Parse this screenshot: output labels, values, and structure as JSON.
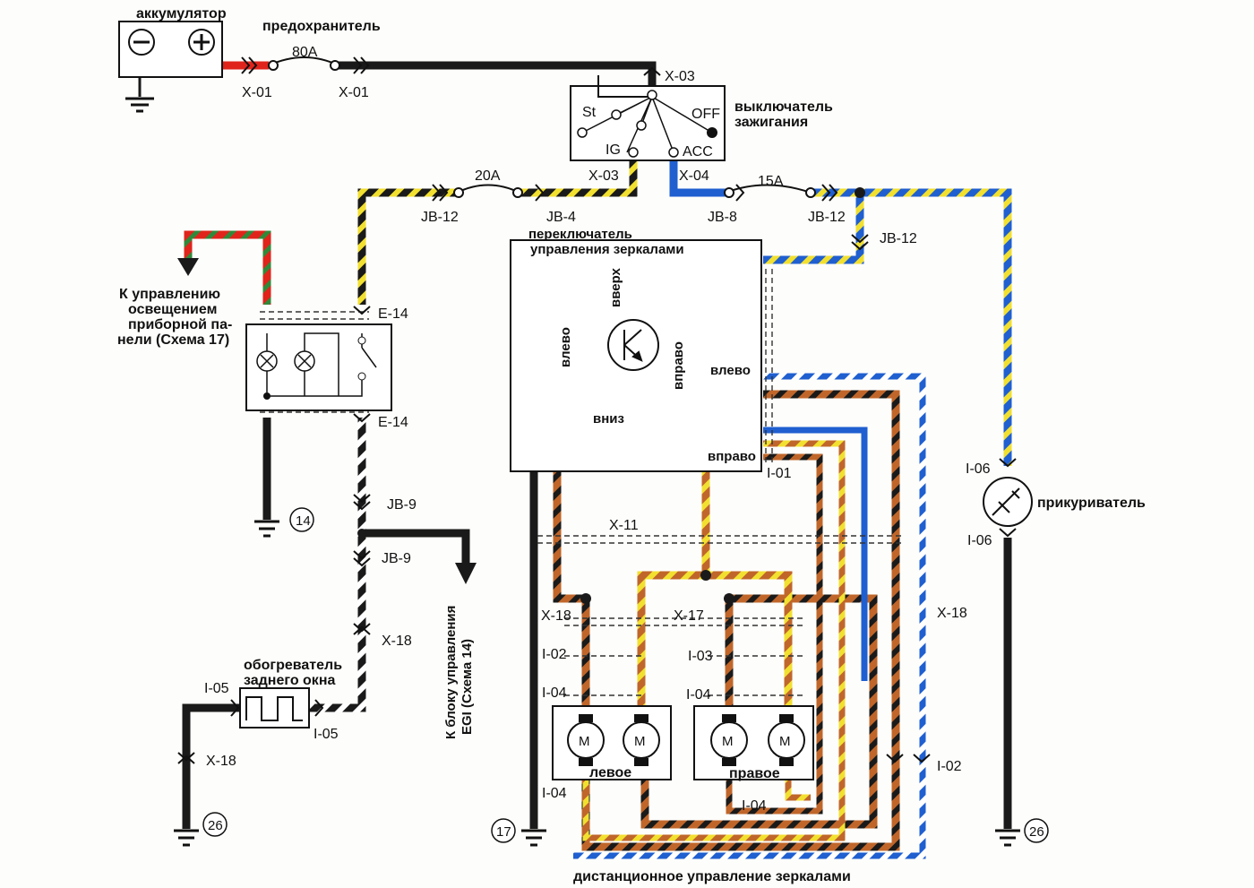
{
  "labels": {
    "battery": "аккумулятор",
    "fuse": "предохранитель",
    "fuse_80a": "80A",
    "fuse_20a": "20A",
    "fuse_15a": "15A",
    "ignition_1": "выключатель",
    "ignition_2": "зажигания",
    "mirror_switch_1": "переключатель",
    "mirror_switch_2": "управления зеркалами",
    "lighting_1": "К управлению",
    "lighting_2": "освещением",
    "lighting_3": "приборной па-",
    "lighting_4": "нели (Схема 17)",
    "egi_1": "К блоку управления",
    "egi_2": "EGI (Схема 14)",
    "heater_1": "обогреватель",
    "heater_2": "заднего окна",
    "lighter": "прикуриватель",
    "left_mirror": "левое",
    "right_mirror": "правое",
    "remote_mirror": "дистанционное управление зеркалами",
    "motor": "M"
  },
  "ignition": {
    "st": "St",
    "off": "OFF",
    "ig": "IG",
    "acc": "ACC"
  },
  "mirror_switch": {
    "up": "вверх",
    "down": "вниз",
    "left": "влево",
    "right": "вправо",
    "out_left": "влево",
    "out_right": "вправо"
  },
  "connectors": {
    "x01": "X-01",
    "x03": "X-03",
    "x04": "X-04",
    "x11": "X-11",
    "x17": "X-17",
    "x18": "X-18",
    "jb4": "JB-4",
    "jb8": "JB-8",
    "jb9": "JB-9",
    "jb12": "JB-12",
    "e14": "E-14",
    "i01": "I-01",
    "i02": "I-02",
    "i03": "I-03",
    "i04": "I-04",
    "i05": "I-05",
    "i06": "I-06"
  },
  "grounds": {
    "g14": "14",
    "g17": "17",
    "g26": "26"
  },
  "wire_colors": {
    "red": "#e0241b",
    "black": "#1a1a1a",
    "blue": "#1f5fd0",
    "yellow": "#f2e030",
    "orange": "#c0662a",
    "green": "#2e8a3a",
    "white": "#ffffff"
  }
}
